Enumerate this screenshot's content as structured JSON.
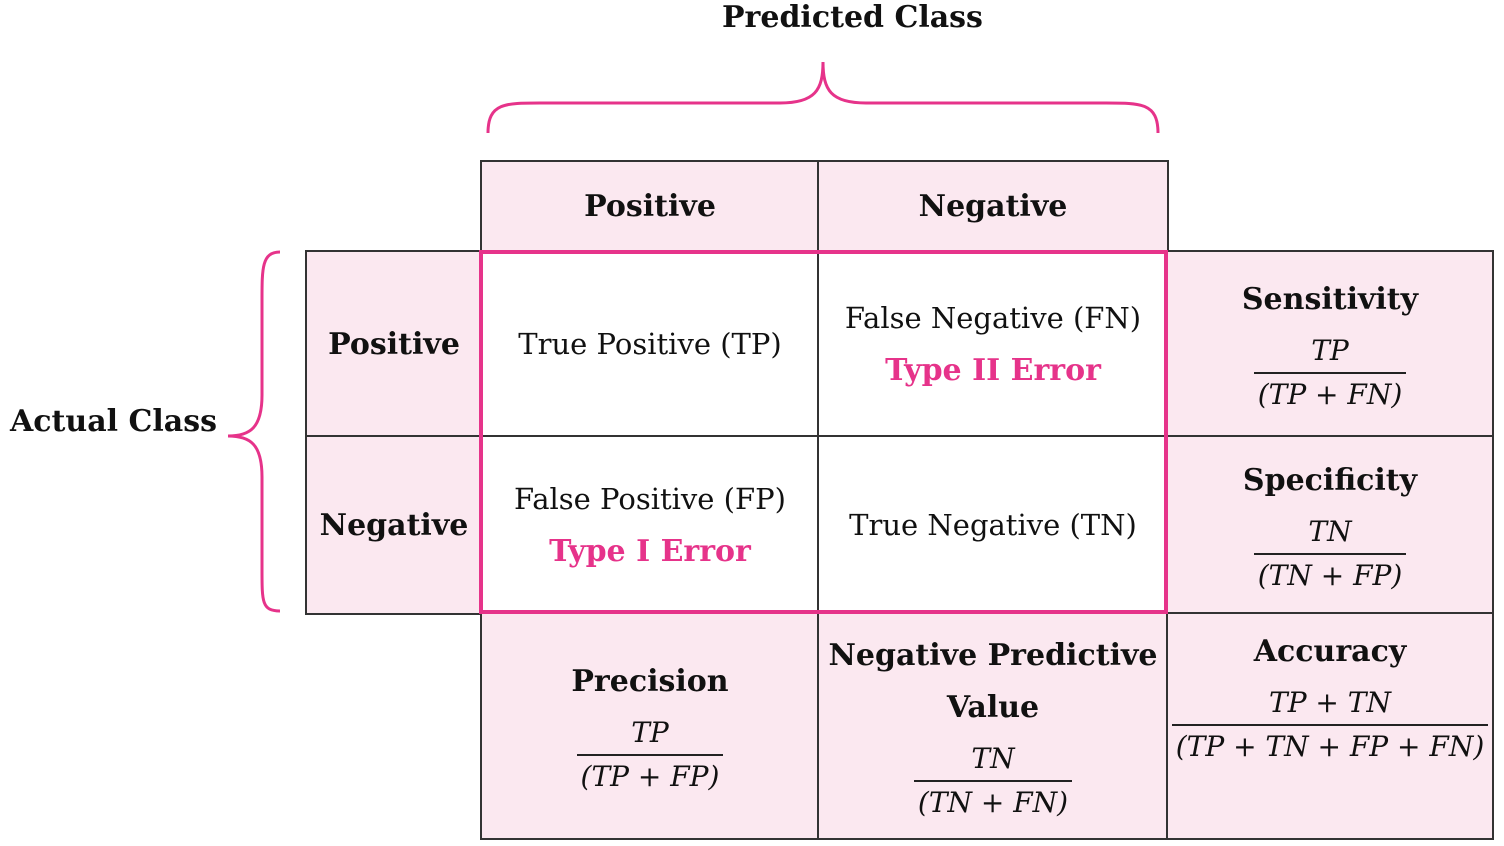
{
  "predicted_class_label": "Predicted Class",
  "actual_class_label": "Actual Class",
  "column_headers": [
    "Positive",
    "Negative"
  ],
  "row_headers": [
    "Positive",
    "Negative"
  ],
  "cells": {
    "tp": {
      "text": "True Positive (TP)"
    },
    "fn": {
      "text": "False Negative (FN)",
      "error": "Type II Error"
    },
    "fp": {
      "text": "False Positive (FP)",
      "error": "Type I Error"
    },
    "tn": {
      "text": "True Negative (TN)"
    }
  },
  "metrics": {
    "sensitivity": {
      "title": "Sensitivity",
      "numerator": "TP",
      "denominator": "(TP + FN)"
    },
    "specificity": {
      "title": "Specificity",
      "numerator": "TN",
      "denominator": "(TN + FP)"
    },
    "precision": {
      "title": "Precision",
      "numerator": "TP",
      "denominator": "(TP + FP)"
    },
    "npv": {
      "title_line1": "Negative Predictive",
      "title_line2": "Value",
      "numerator": "TN",
      "denominator": "(TN + FN)"
    },
    "accuracy": {
      "title": "Accuracy",
      "numerator": "TP + TN",
      "denominator": "(TP + TN + FP + FN)"
    }
  },
  "colors": {
    "accent": "#e6338a",
    "cell_fill": "#fbe8f0",
    "border": "#333333"
  }
}
